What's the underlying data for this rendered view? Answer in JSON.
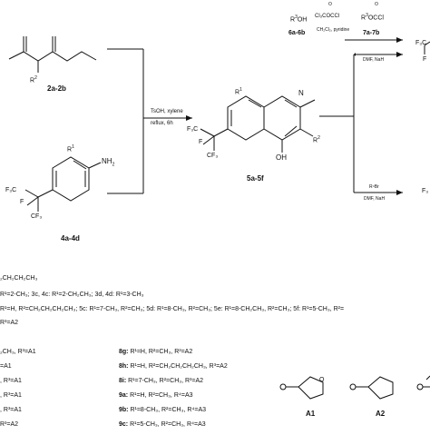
{
  "reactants": {
    "ketoester_label": "2a-2b",
    "ketoester_r": "R",
    "ketoester_r_sup": "2",
    "aniline_label": "4a-4d",
    "aniline_r": "R",
    "aniline_r_sup": "1",
    "aniline_nh2": "NH",
    "aniline_nh2_sub": "2",
    "aniline_cf3_a": "F₃C",
    "aniline_cf3_b": "CF₃",
    "aniline_f": "F"
  },
  "step1": {
    "reagent_top": "TsOH, xylene",
    "reagent_bottom": "reflux, 6h"
  },
  "quinoline": {
    "label": "5a-5f",
    "r1": "R",
    "r1_sup": "1",
    "n": "N",
    "r2": "R",
    "r2_sup": "2",
    "oh": "OH",
    "cf3_a": "F₃C",
    "cf3_b": "CF₃",
    "f": "F"
  },
  "chloroformate": {
    "alcohol": "R",
    "alcohol_sup": "3",
    "alcohol_tail": "OH",
    "alcohol_label": "6a-6b",
    "reagent_top": "Cl₃COCCl",
    "reagent_o": "O",
    "conditions": "CH₂Cl₂, pyridine",
    "product_r": "R",
    "product_r_sup": "3",
    "product_tail": "OCCl",
    "product_o": "O",
    "product_label": "7a-7b"
  },
  "branches": {
    "upper_conditions": "DMF, NaH",
    "upper_fragment_a": "F₃C",
    "upper_fragment_b": "F",
    "lower_reagent": "R⁴Br",
    "lower_conditions": "DMF, NaH",
    "lower_fragment": "F₃"
  },
  "r_definitions": [
    "₂CH₂CH₂CH₃",
    "R¹=2-CH₃; 3c, 4c: R¹=2-CH₂CH₃; 3d, 4d: R¹=3-CH₃",
    "R¹=H, R²=CH₂CH₂CH₂CH₃; 5c: R¹=7-CH₃, R²=CH₃; 5d: R¹=8-CH₃, R²=CH₃; 5e: R¹=8-CH₂CH₃, R²=CH₃; 5f: R¹=5-CH₃, R²=",
    "R³=A2"
  ],
  "compounds_left": [
    "₂CH₃, R³=A1",
    "=A1",
    ", R³=A1",
    ", R³=A1",
    ", R³=A1",
    "R³=A2"
  ],
  "compounds_right": [
    {
      "id": "8g:",
      "text": "R¹=H, R²=CH₃, R³=A2"
    },
    {
      "id": "8h:",
      "text": "R¹=H, R²=CH₂CH₂CH₂CH₃, R³=A2"
    },
    {
      "id": "8i:",
      "text": "R¹=7-CH₃, R²=CH₃, R³=A2"
    },
    {
      "id": "9a:",
      "text": "R¹=H, R²=CH₃, R⁴=A3"
    },
    {
      "id": "9b:",
      "text": "R¹=8-CH₃, R²=CH₃, R⁴=A3"
    },
    {
      "id": "9c:",
      "text": "R¹=5-CH₃, R²=CH₃, R⁴=A3"
    }
  ],
  "substituents": [
    {
      "label": "A1"
    },
    {
      "label": "A2"
    }
  ]
}
